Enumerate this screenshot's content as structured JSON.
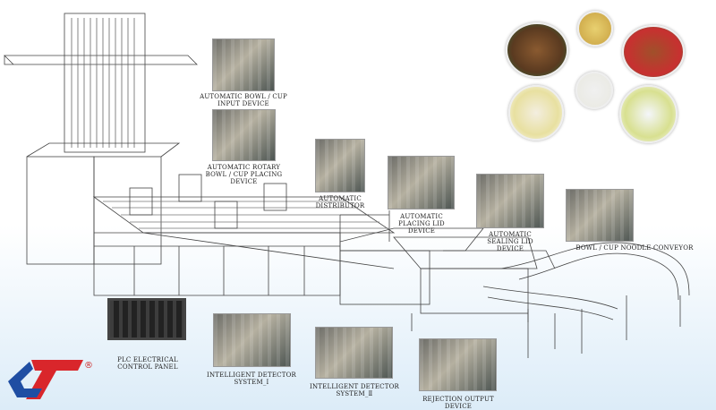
{
  "title": "Cup / Bowl Noodle Packing Line",
  "labels": {
    "bowl_input": "AUTOMATIC BOWL / CUP INPUT DEVICE",
    "rotary": "AUTOMATIC ROTARY BOWL / CUP PLACING DEVICE",
    "distributor": "AUTOMATIC DISTRIBUTOR",
    "placing_lid": "AUTOMATIC PLACING LID DEVICE",
    "sealing_lid": "AUTOMATIC SEALING LID DEVICE",
    "conveyor": "BOWL / CUP NOODLE CONVEYOR",
    "plc": "PLC ELECTRICAL CONTROL PANEL",
    "detector1": "INTELLIGENT DETECTOR SYSTEM_Ⅰ",
    "detector2": "INTELLIGENT DETECTOR SYSTEM_Ⅱ",
    "rejection": "REJECTION OUTPUT DEVICE"
  },
  "logo": {
    "text": "CT",
    "mark": "®"
  },
  "colors": {
    "logo_red": "#d9262b",
    "logo_blue": "#1f4ea3"
  }
}
